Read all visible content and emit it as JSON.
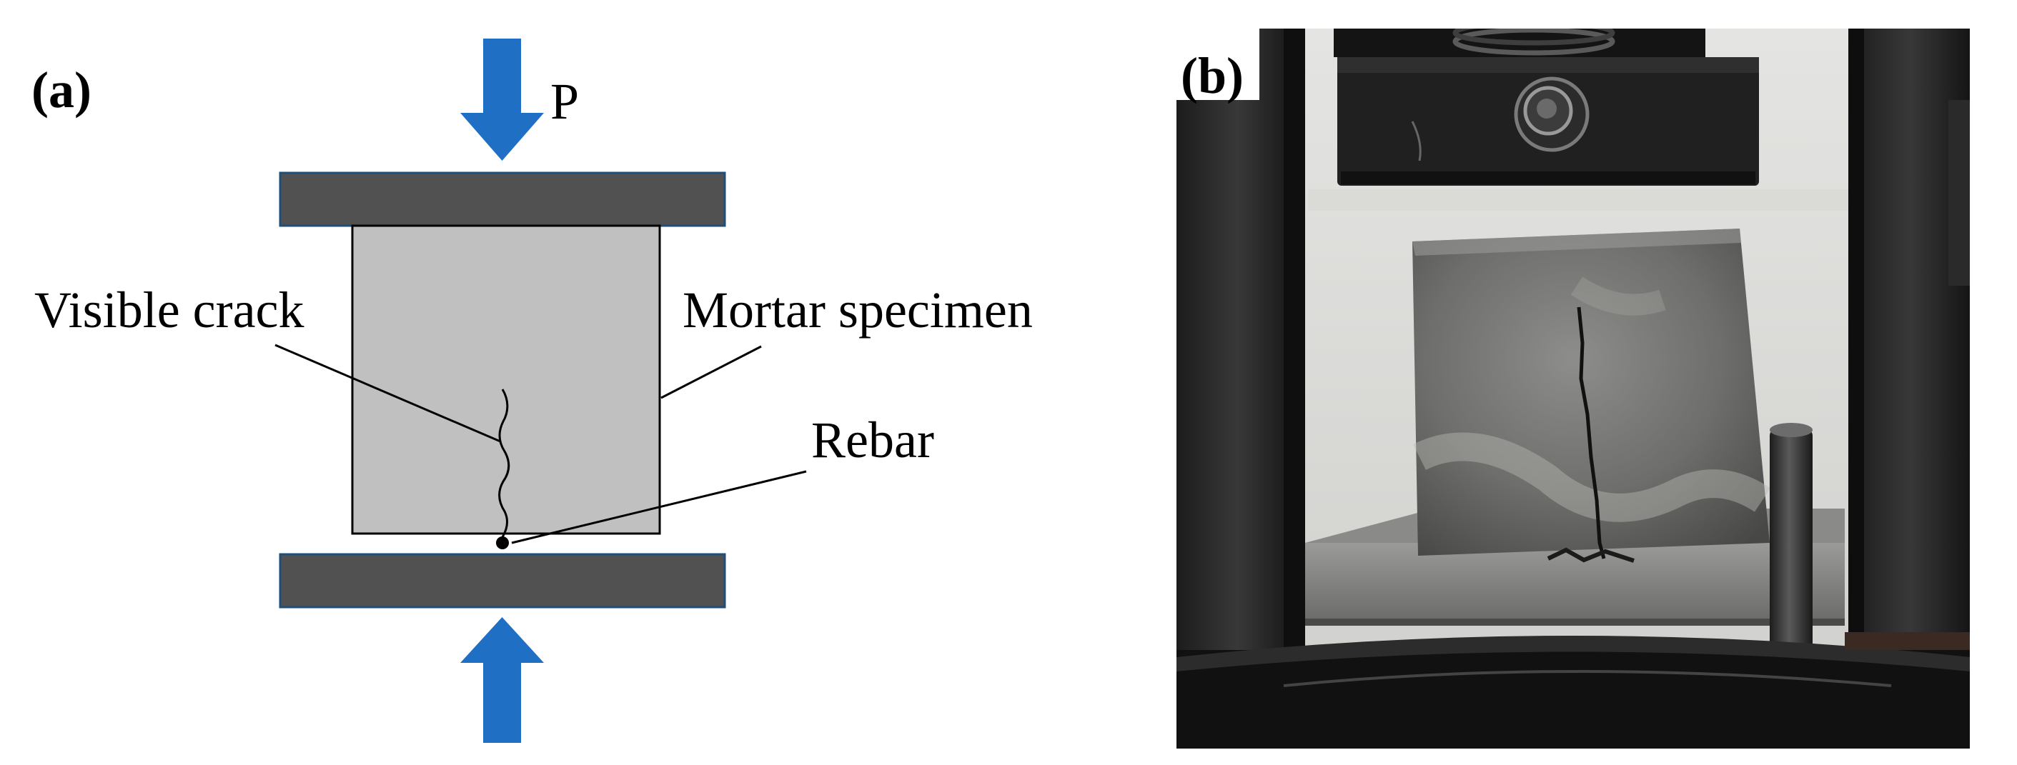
{
  "panel_a": {
    "label": "(a)",
    "load_label": "P",
    "annotations": {
      "crack": "Visible crack",
      "specimen": "Mortar specimen",
      "rebar": "Rebar"
    }
  },
  "panel_b": {
    "label": "(b)"
  },
  "colors": {
    "arrow": "#1f6fc5",
    "platen": "#515151",
    "platen_edge": "#1f4e79",
    "specimen": "#c0c0c0"
  }
}
